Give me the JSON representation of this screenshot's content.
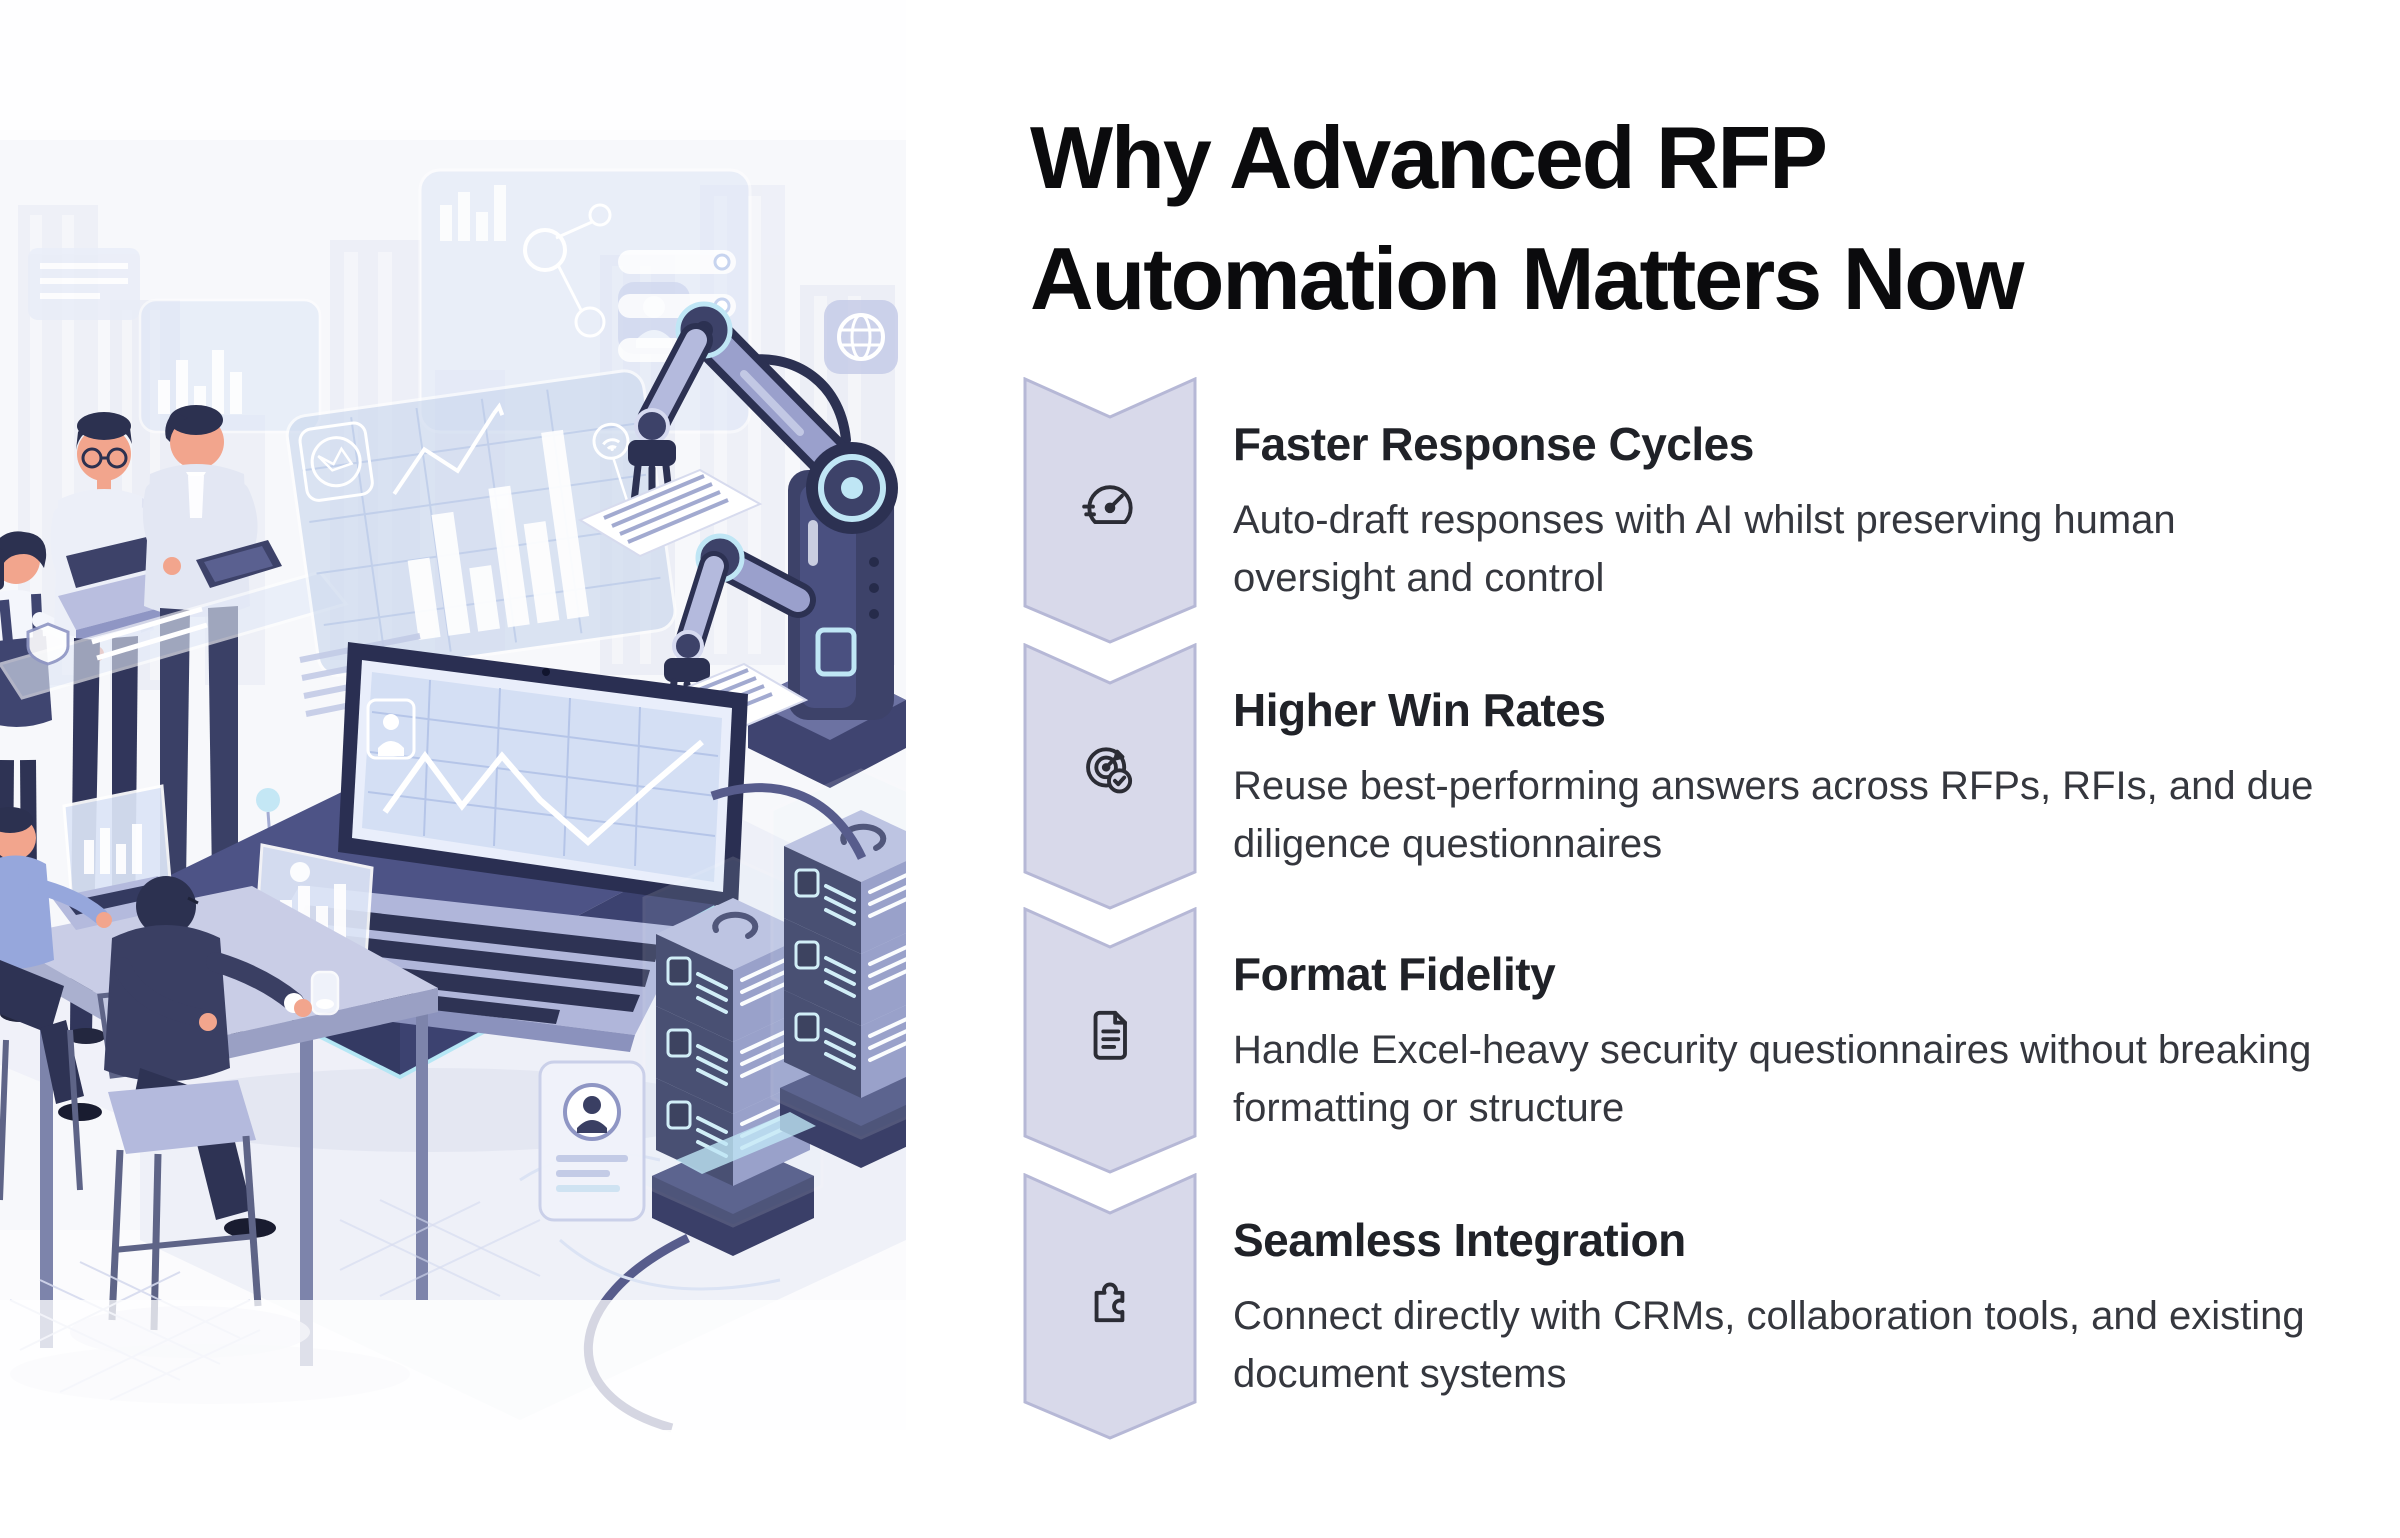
{
  "heading": {
    "text": "Why Advanced RFP\nAutomation Matters Now"
  },
  "features": [
    {
      "icon": "speedometer-icon",
      "title": "Faster Response Cycles",
      "description": "Auto-draft responses with AI whilst preserving human\noversight and control"
    },
    {
      "icon": "target-check-icon",
      "title": "Higher Win Rates",
      "description": "Reuse best-performing answers across RFPs, RFIs, and due\ndiligence questionnaires"
    },
    {
      "icon": "document-icon",
      "title": "Format Fidelity",
      "description": "Handle Excel-heavy security questionnaires without breaking\nformatting or structure"
    },
    {
      "icon": "puzzle-icon",
      "title": "Seamless Integration",
      "description": "Connect directly with CRMs, collaboration tools, and existing\ndocument systems"
    }
  ],
  "theme": {
    "badge_fill": "#d8d9ea",
    "badge_border": "#b6b8d6",
    "heading_color": "#0b0b0d",
    "title_color": "#202228",
    "body_color": "#35373e",
    "illustration_navy": "#3d4269",
    "illustration_lavender": "#9aa0cc",
    "illustration_cyan": "#bfe6f5"
  }
}
